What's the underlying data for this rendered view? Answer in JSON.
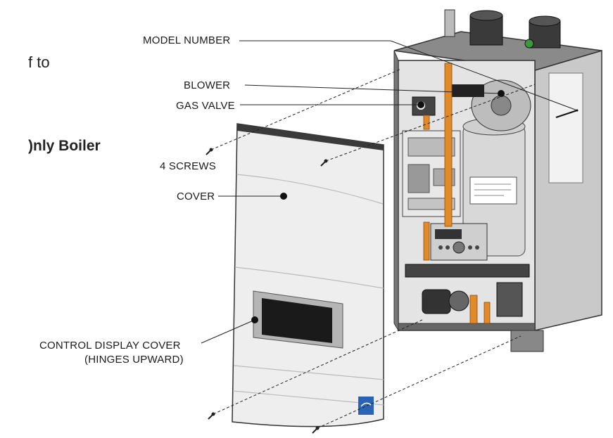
{
  "fragments": {
    "top_text": "f to",
    "heading": ")nly Boiler"
  },
  "labels": {
    "model_number": "MODEL NUMBER",
    "blower": "BLOWER",
    "gas_valve": "GAS VALVE",
    "screws": "4 SCREWS",
    "cover": "COVER",
    "control_display_cover": "CONTROL DISPLAY COVER",
    "hinges_upward": "(HINGES UPWARD)"
  },
  "icons": [
    "screw-icon",
    "energy-star-logo"
  ],
  "colors": {
    "cover": "#eeeeee",
    "cabinet": "#cfcfcf",
    "pipe": "#e08a2a",
    "window": "#1a1a1a"
  }
}
